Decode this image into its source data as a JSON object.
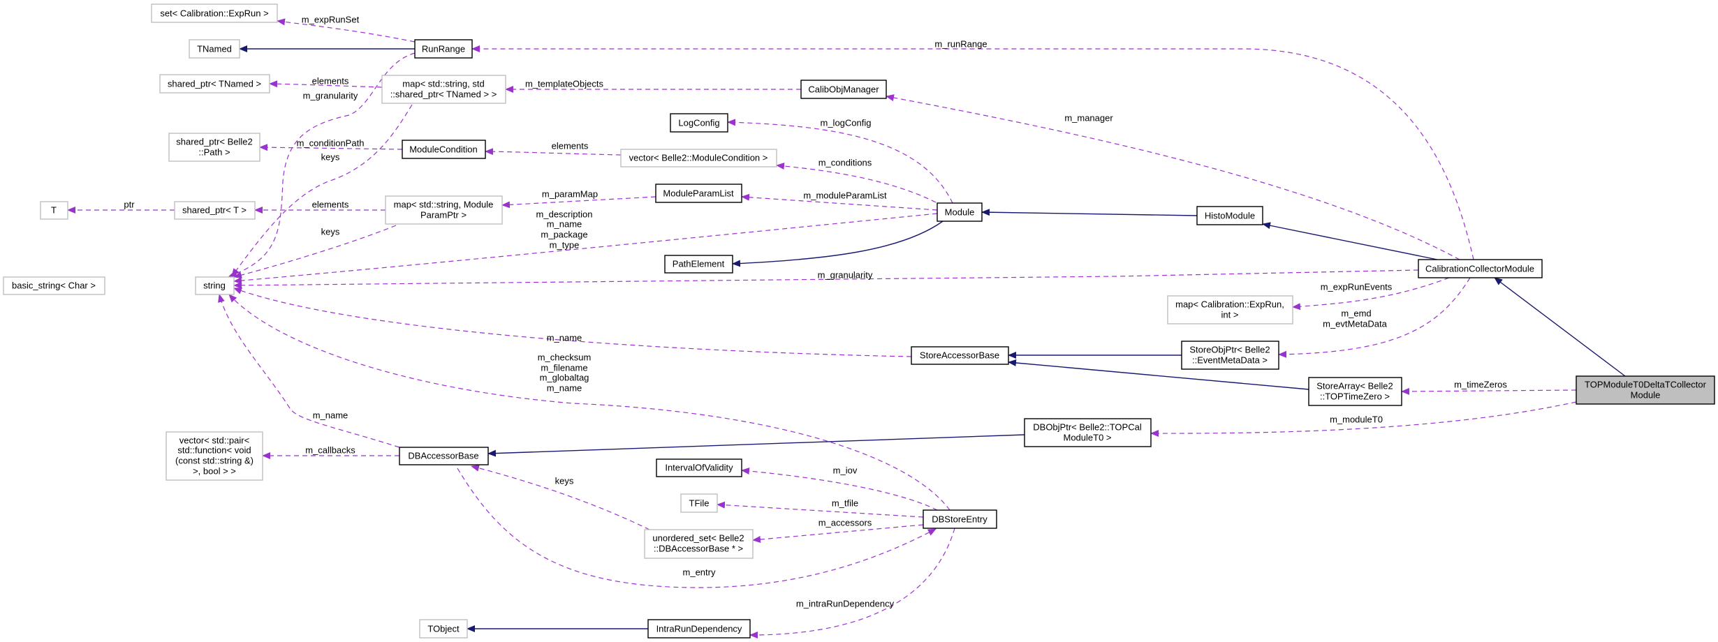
{
  "colors": {
    "usage_edge": "#9a32cd",
    "inheritance_edge": "#191970",
    "focus_node_fill": "#bfbfbf",
    "undocumented_border": "#bfbfbf"
  },
  "nodes": {
    "set_exprun": [
      "set< Calibration::ExpRun >"
    ],
    "tnamed": [
      "TNamed"
    ],
    "runrange": [
      "RunRange"
    ],
    "shared_ptr_tnamed": [
      "shared_ptr< TNamed >"
    ],
    "map_tnamed": [
      "map< std::string, std",
      "::shared_ptr< TNamed > >"
    ],
    "shared_ptr_path": [
      "shared_ptr< Belle2",
      "::Path >"
    ],
    "module_condition": [
      "ModuleCondition"
    ],
    "t": [
      "T"
    ],
    "shared_ptr_t": [
      "shared_ptr< T >"
    ],
    "map_param": [
      "map< std::string, Module",
      "ParamPtr >"
    ],
    "basic_string": [
      "basic_string< Char >"
    ],
    "string": [
      "string"
    ],
    "calib_obj_manager": [
      "CalibObjManager"
    ],
    "log_config": [
      "LogConfig"
    ],
    "vector_module_condition": [
      "vector< Belle2::ModuleCondition >"
    ],
    "module_param_list": [
      "ModuleParamList"
    ],
    "module": [
      "Module"
    ],
    "path_element": [
      "PathElement"
    ],
    "histo_module": [
      "HistoModule"
    ],
    "calibration_collector_module": [
      "CalibrationCollectorModule"
    ],
    "map_exprun_int": [
      "map< Calibration::ExpRun,",
      "int >"
    ],
    "store_obj_ptr": [
      "StoreObjPtr< Belle2",
      "::EventMetaData >"
    ],
    "store_array": [
      "StoreArray< Belle2",
      "::TOPTimeZero >"
    ],
    "top_module": [
      "TOPModuleT0DeltaTCollector",
      "Module"
    ],
    "store_accessor_base": [
      "StoreAccessorBase"
    ],
    "dbobjptr": [
      "DBObjPtr< Belle2::TOPCal",
      "ModuleT0 >"
    ],
    "vector_callbacks": [
      "vector< std::pair<",
      "std::function< void",
      "(const std::string &)",
      ">, bool > >"
    ],
    "db_accessor_base": [
      "DBAccessorBase"
    ],
    "interval_of_validity": [
      "IntervalOfValidity"
    ],
    "tfile": [
      "TFile"
    ],
    "db_store_entry": [
      "DBStoreEntry"
    ],
    "unordered_set": [
      "unordered_set< Belle2",
      "::DBAccessorBase * >"
    ],
    "intra_run_dependency": [
      "IntraRunDependency"
    ],
    "tobject": [
      "TObject"
    ]
  },
  "edge_labels": {
    "exp_run_set": "m_expRunSet",
    "run_range": "m_runRange",
    "elements_tnamed": "elements",
    "granularity_runrange": "m_granularity",
    "template_objects": "m_templateObjects",
    "condition_path": "m_conditionPath",
    "keys_tnamed": "keys",
    "elements_condition": "elements",
    "log_config": "m_logConfig",
    "manager": "m_manager",
    "conditions": "m_conditions",
    "param_map": "m_paramMap",
    "module_param_list": "m_moduleParamList",
    "ptr": "ptr",
    "elements_t": "elements",
    "module_strings": [
      "m_description",
      "m_name",
      "m_package",
      "m_type"
    ],
    "keys_param": "keys",
    "granularity_collector": "m_granularity",
    "exp_run_events": "m_expRunEvents",
    "evt_meta_data": [
      "m_emd",
      "m_evtMetaData"
    ],
    "name_store": "m_name",
    "db_strings": [
      "m_checksum",
      "m_filename",
      "m_globaltag",
      "m_name"
    ],
    "time_zeros": "m_timeZeros",
    "name_db": "m_name",
    "callbacks": "m_callbacks",
    "module_t0": "m_moduleT0",
    "keys_db": "keys",
    "iov": "m_iov",
    "tfile": "m_tfile",
    "accessors": "m_accessors",
    "entry": "m_entry",
    "intra_run_dependency": "m_intraRunDependency"
  }
}
